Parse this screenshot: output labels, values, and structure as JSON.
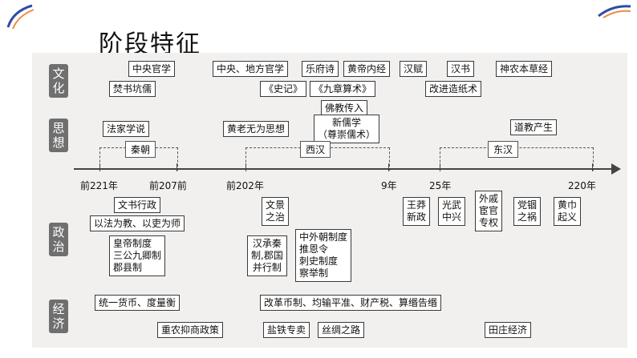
{
  "slide_title": "阶段特征",
  "sections": {
    "culture": "文化",
    "thought": "思想",
    "politics": "政治",
    "economy": "经济"
  },
  "culture": {
    "zhongyang_guanxue": "中央官学",
    "fenshu_kengru": "焚书坑儒",
    "zhongyang_difang_guanxue": "中央、地方官学",
    "yuefu_shi": "乐府诗",
    "huangdi_neijing": "黄帝内经",
    "han_fu": "汉赋",
    "han_shu": "汉书",
    "shennong_bencao_jing": "神农本草经",
    "shiji": "《史记》",
    "jiuzhang_suanshu": "《九章算术》",
    "gaijin_zaozhi": "改进造纸术",
    "fojiao_chuanru": "佛教传入"
  },
  "thought": {
    "fajia_xueshuo": "法家学说",
    "huanglao_wuwei": "黄老无为思想",
    "xin_ruxue": "新儒学\n（尊崇儒术）",
    "daojiao_chansheng": "道教产生"
  },
  "eras": {
    "qin": "秦朝",
    "western_han": "西汉",
    "eastern_han": "东汉"
  },
  "timeline_years": [
    "前221年",
    "前207前",
    "前202年",
    "9年",
    "25年",
    "220年"
  ],
  "politics": {
    "wenshu_xingzheng": "文书行政",
    "yifa_weijiao": "以法为教、以吏为师",
    "qin_system": "皇帝制度\n三公九卿制\n郡县制",
    "wenjing_zhizhi": "文景\n之治",
    "han_junguo": "汉承秦\n制,郡国\n并行制",
    "han_reforms": "中外朝制度\n推恩令\n刺史制度\n察举制",
    "wangmang_xinzheng": "王莽\n新政",
    "guangwu_zhongxing": "光武\n中兴",
    "waiqi_huanguan": "外戚\n宦官\n专权",
    "danggu_zhihuo": "党锢\n之祸",
    "huangjin_qiyi": "黄巾\n起义"
  },
  "economy": {
    "tongyi_huobi": "统一货币、度量衡",
    "gaige_bizhi": "改革币制、均输平准、财产税、算缗告缗",
    "zhongnong_yishang": "重农抑商政策",
    "yantie_zhuanmai": "盐铁专卖",
    "sichou_zhilu": "丝绸之路",
    "tianzhuang_jingji": "田庄经济"
  },
  "colors": {
    "accent_blue": "#2f4da6",
    "accent_orange": "#f08a3c",
    "side_label_bg": "#6f6f6f"
  }
}
